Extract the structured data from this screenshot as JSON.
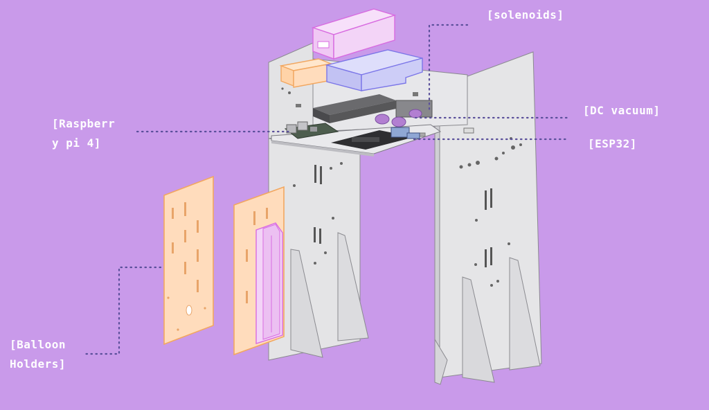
{
  "labels": {
    "solenoids": "[solenoids]",
    "dc_vacuum": "[DC vacuum]",
    "raspberry_pi": "[Raspberr\ny pi 4]",
    "esp32": "[ESP32]",
    "balloon_holders": "[Balloon\nHolders]"
  },
  "colors": {
    "background": "#c99aea",
    "panel": "#e3e3e5",
    "panel_edge": "#8a8a8f",
    "orange_part": "#ffdcbc",
    "orange_edge": "#f2a760",
    "pink_part": "#f3d4f7",
    "pink_edge": "#d86be0",
    "blue_part": "#cdcdf7",
    "blue_edge": "#7b76e8",
    "leader": "#5a4f9a",
    "label_text": "#ffffff"
  }
}
